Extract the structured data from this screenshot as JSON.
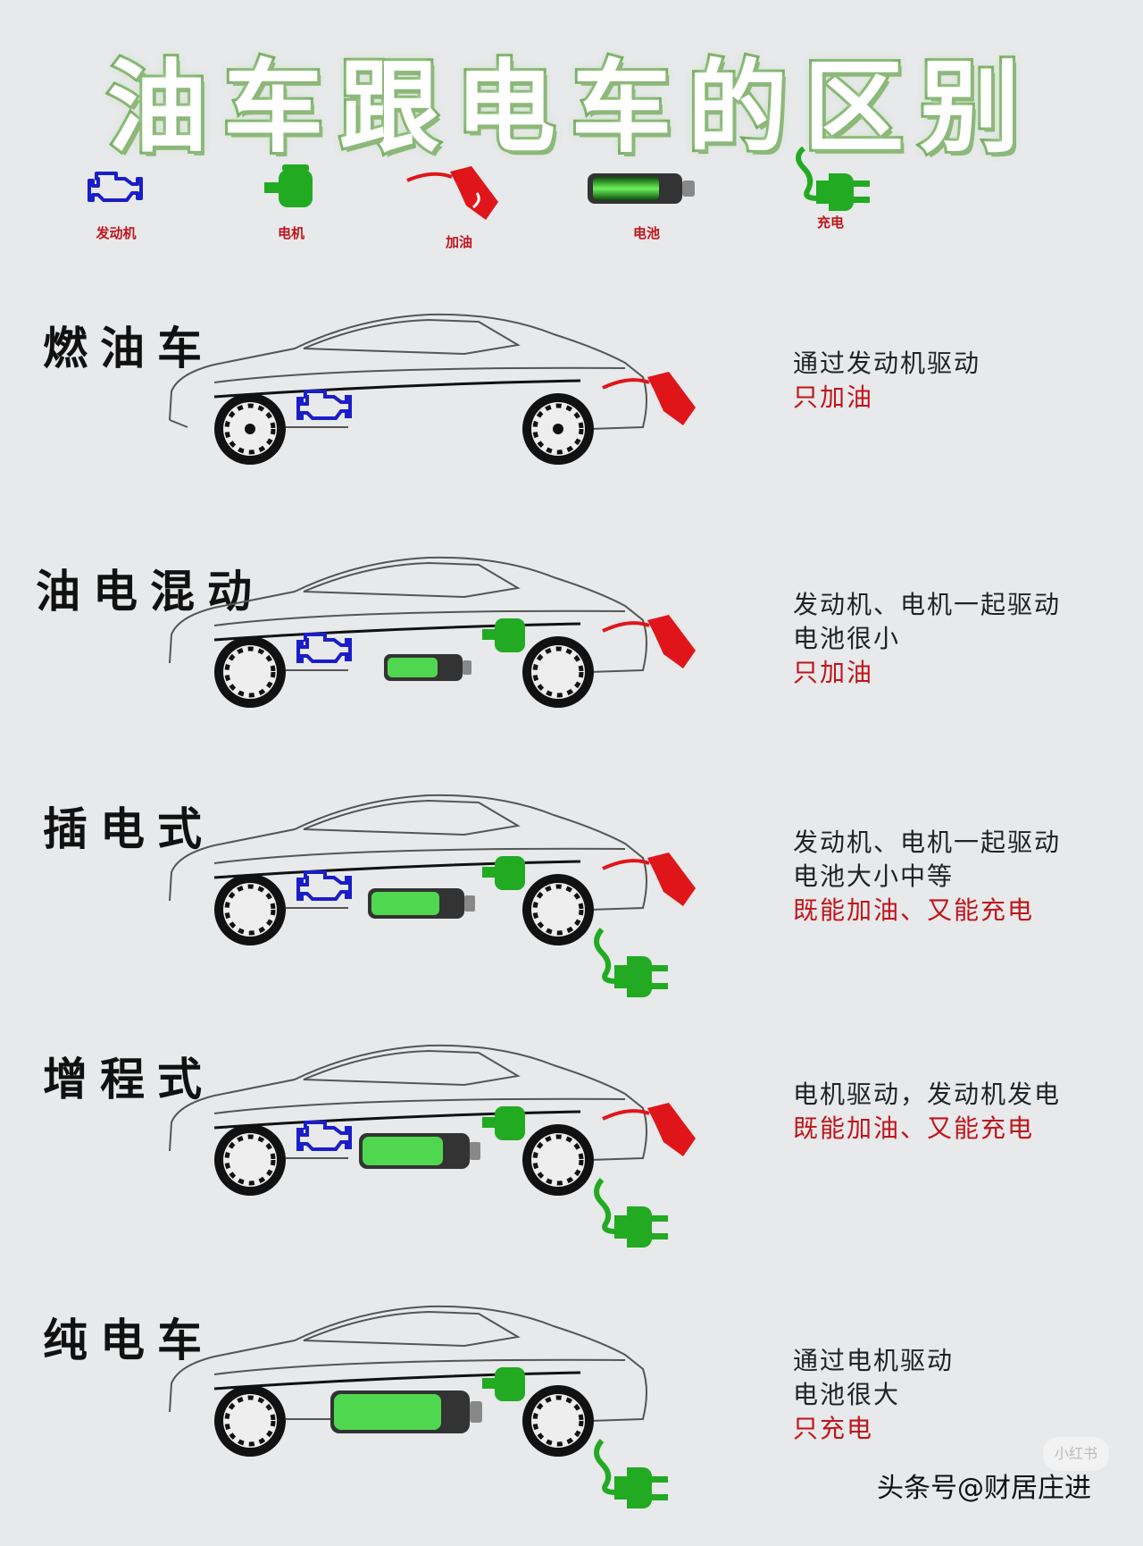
{
  "title": "油车跟电车的区别",
  "legend": [
    {
      "label": "发动机",
      "icon": "engine-icon",
      "color": "#1a1ec8"
    },
    {
      "label": "电机",
      "icon": "motor-icon",
      "color": "#1aa01a"
    },
    {
      "label": "加油",
      "icon": "fuel-nozzle-icon",
      "color": "#e0151a"
    },
    {
      "label": "电池",
      "icon": "battery-icon",
      "color": "#2fb52f"
    },
    {
      "label": "充电",
      "icon": "plug-icon",
      "color": "#1aa01a"
    }
  ],
  "sections": [
    {
      "title": "燃油车",
      "lines": [
        {
          "text": "通过发动机驱动",
          "color": "black"
        },
        {
          "text": "只加油",
          "color": "red"
        }
      ]
    },
    {
      "title": "油电混动",
      "lines": [
        {
          "text": "发动机、电机一起驱动",
          "color": "black"
        },
        {
          "text": "电池很小",
          "color": "black"
        },
        {
          "text": "只加油",
          "color": "red"
        }
      ]
    },
    {
      "title": "插电式",
      "lines": [
        {
          "text": "发动机、电机一起驱动",
          "color": "black"
        },
        {
          "text": "电池大小中等",
          "color": "black"
        },
        {
          "text": "既能加油、又能充电",
          "color": "red"
        }
      ]
    },
    {
      "title": "增程式",
      "lines": [
        {
          "text": "电机驱动，发动机发电",
          "color": "black"
        },
        {
          "text": "既能加油、又能充电",
          "color": "red"
        }
      ]
    },
    {
      "title": "纯电车",
      "lines": [
        {
          "text": "通过电机驱动",
          "color": "black"
        },
        {
          "text": "电池很大",
          "color": "black"
        },
        {
          "text": "只充电",
          "color": "red"
        }
      ]
    }
  ],
  "watermark": "头条号@财居庄进",
  "badge": "小红书",
  "colors": {
    "engine": "#1a1ec8",
    "motor": "#22aa22",
    "fuel": "#e0151a",
    "battery": "#3cc43c"
  }
}
